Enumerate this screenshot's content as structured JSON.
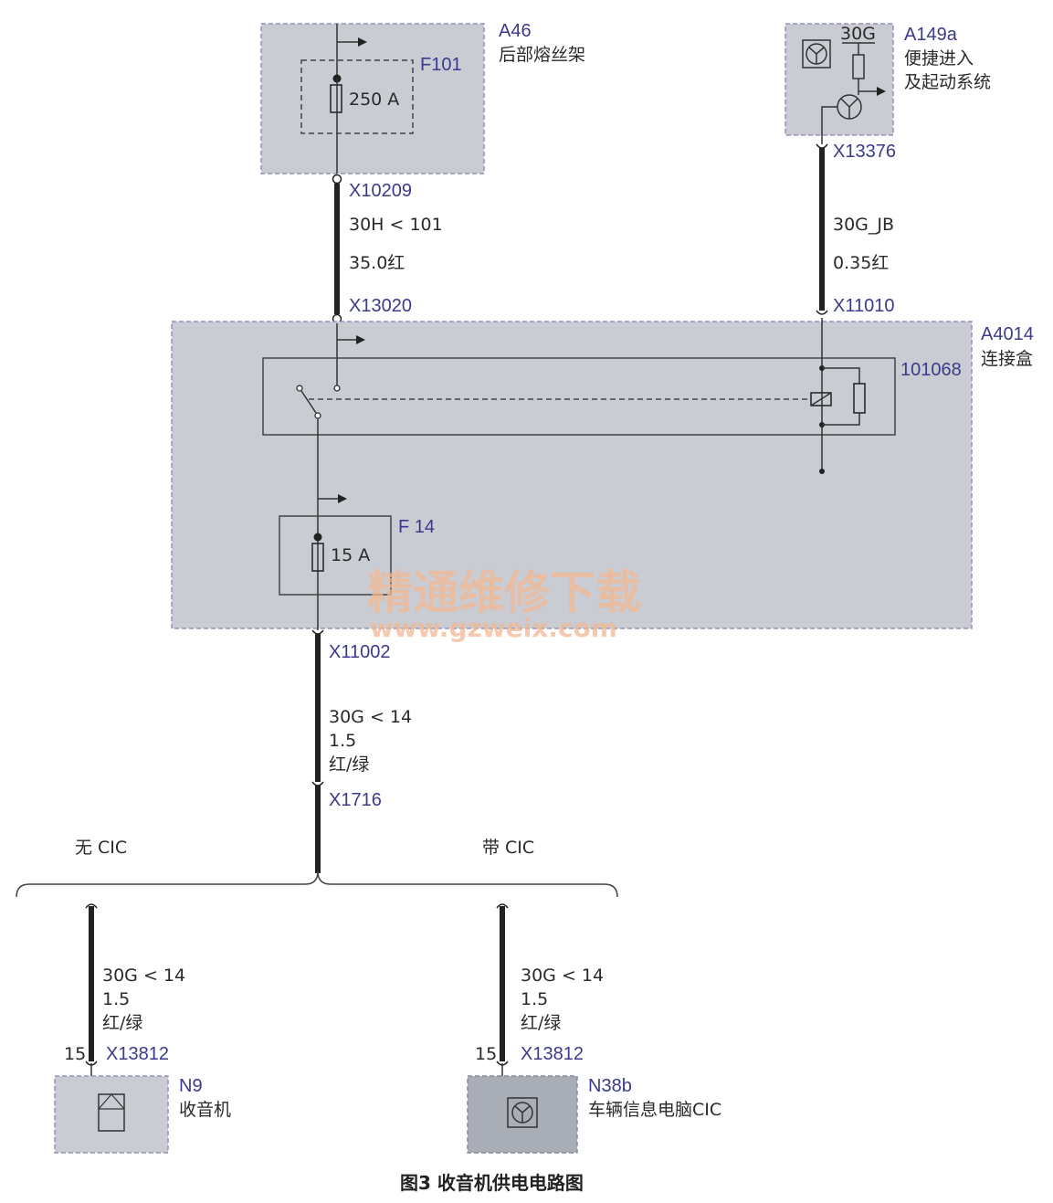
{
  "components": {
    "a46": {
      "code": "A46",
      "name": "后部熔丝架"
    },
    "f101": {
      "code": "F101",
      "rating": "250 A"
    },
    "a149a": {
      "code": "A149a",
      "name_line1": "便捷进入",
      "name_line2": "及起动系统",
      "terminal": "30G"
    },
    "a4014": {
      "code": "A4014",
      "name": "连接盒"
    },
    "relay": {
      "code": "101068"
    },
    "f14": {
      "code": "F 14",
      "rating": "15 A"
    },
    "n9": {
      "code": "N9",
      "name": "收音机"
    },
    "n38b": {
      "code": "N38b",
      "name": "车辆信息电脑CIC"
    }
  },
  "connectors": {
    "x10209": "X10209",
    "x13020": "X13020",
    "x13376": "X13376",
    "x11010": "X11010",
    "x11002": "X11002",
    "x1716": "X1716",
    "x13812_left": "X13812",
    "x13812_right": "X13812",
    "pin_left": "15",
    "pin_right": "15"
  },
  "wires": {
    "w1": {
      "signal": "30H < 101",
      "spec": "35.0红"
    },
    "w2": {
      "signal": "30G_JB",
      "spec": "0.35红"
    },
    "w3": {
      "signal": "30G < 14",
      "size": "1.5",
      "color": "红/绿"
    },
    "w4": {
      "signal": "30G < 14",
      "size": "1.5",
      "color": "红/绿"
    },
    "w5": {
      "signal": "30G < 14",
      "size": "1.5",
      "color": "红/绿"
    }
  },
  "branches": {
    "left": "无 CIC",
    "right": "带 CIC"
  },
  "caption": "图3 收音机供电电路图",
  "watermark": {
    "line1": "精通维修下载",
    "line2": "www.gzweix.com"
  }
}
